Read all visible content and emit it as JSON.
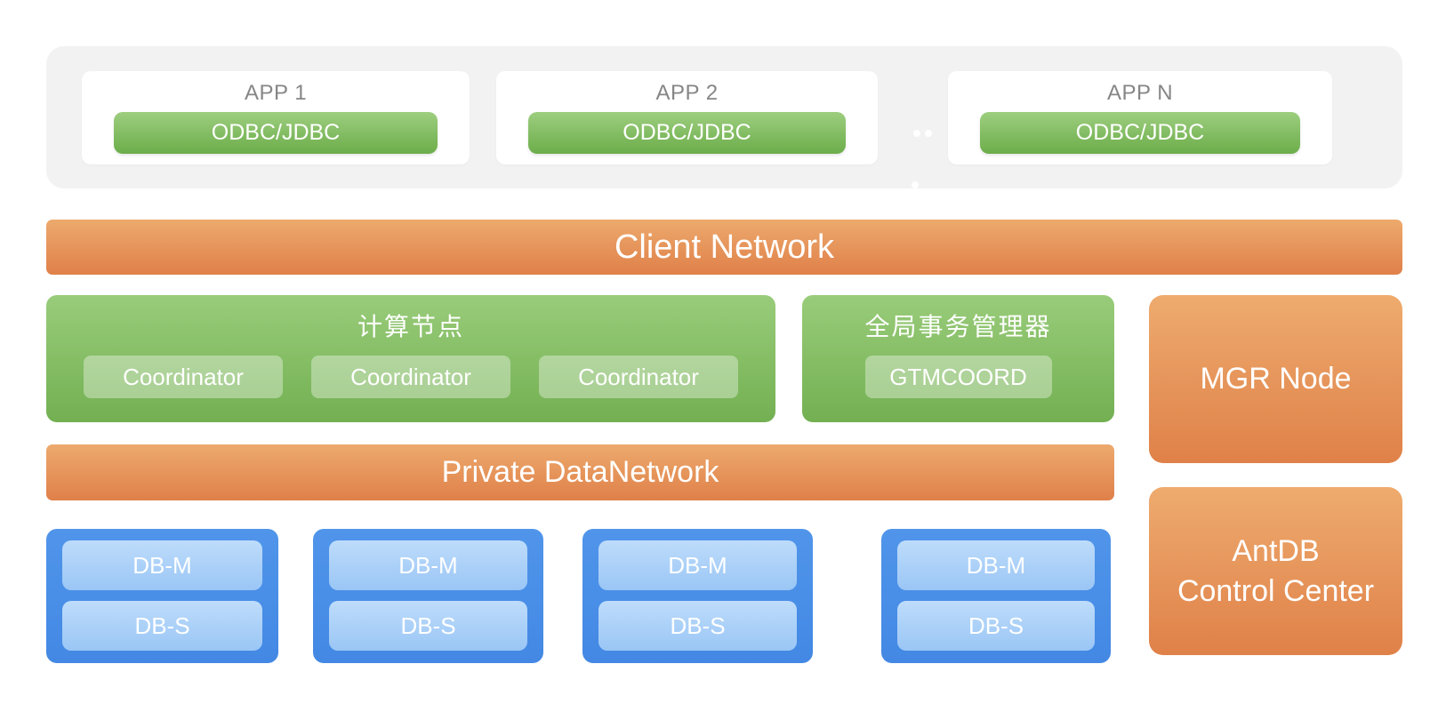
{
  "colors": {
    "orange_top": "#EEAB6E",
    "orange_bottom": "#DF8149",
    "green_top": "#99CC7A",
    "green_bottom": "#73B052",
    "blue_outer": "#4A90E8",
    "blue_inner": "#A9CEF8",
    "container_gray": "#F2F2F2",
    "app_title_gray": "#868686",
    "text_white": "#FFFFFF"
  },
  "app_layer": {
    "apps": [
      {
        "title": "APP 1",
        "connector": "ODBC/JDBC"
      },
      {
        "title": "APP 2",
        "connector": "ODBC/JDBC"
      },
      {
        "title": "APP N",
        "connector": "ODBC/JDBC"
      }
    ]
  },
  "client_network": {
    "label": "Client Network"
  },
  "compute_node": {
    "title": "计算节点",
    "coordinators": [
      "Coordinator",
      "Coordinator",
      "Coordinator"
    ]
  },
  "gtm": {
    "title": "全局事务管理器",
    "node": "GTMCOORD"
  },
  "mgr_node": {
    "label": "MGR Node"
  },
  "private_network": {
    "label": "Private DataNetwork"
  },
  "db_groups": [
    {
      "master": "DB-M",
      "standby": "DB-S"
    },
    {
      "master": "DB-M",
      "standby": "DB-S"
    },
    {
      "master": "DB-M",
      "standby": "DB-S"
    },
    {
      "master": "DB-M",
      "standby": "DB-S"
    }
  ],
  "antdb_control_center": {
    "line1": "AntDB",
    "line2": "Control Center"
  }
}
